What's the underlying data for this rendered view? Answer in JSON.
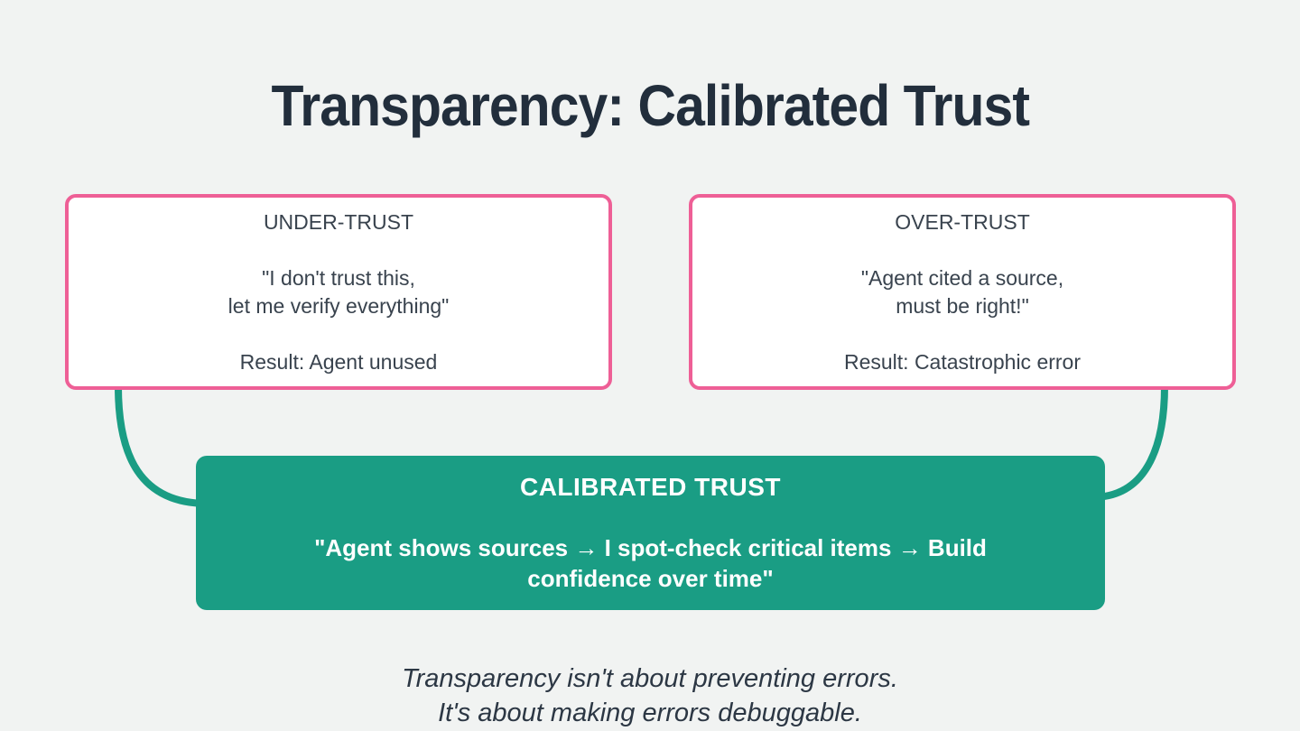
{
  "title": "Transparency: Calibrated Trust",
  "boxes": {
    "under_trust": {
      "heading": "UNDER-TRUST",
      "quote_line1": "\"I don't trust this,",
      "quote_line2": "let me verify everything\"",
      "result": "Result: Agent unused"
    },
    "over_trust": {
      "heading": "OVER-TRUST",
      "quote_line1": "\"Agent cited a source,",
      "quote_line2": "must be right!\"",
      "result": "Result: Catastrophic error"
    },
    "calibrated_trust": {
      "heading": "CALIBRATED TRUST",
      "quote": "\"Agent shows sources → I spot-check critical items → Build confidence over time\""
    }
  },
  "footer": {
    "line1": "Transparency isn't about preventing errors.",
    "line2": "It's about making errors debuggable."
  },
  "colors": {
    "background": "#f1f3f2",
    "accent_pink": "#ee5f96",
    "accent_teal": "#1a9d84",
    "title_text": "#222e3c",
    "body_text": "#39434e",
    "box_text_white": "#ffffff"
  }
}
